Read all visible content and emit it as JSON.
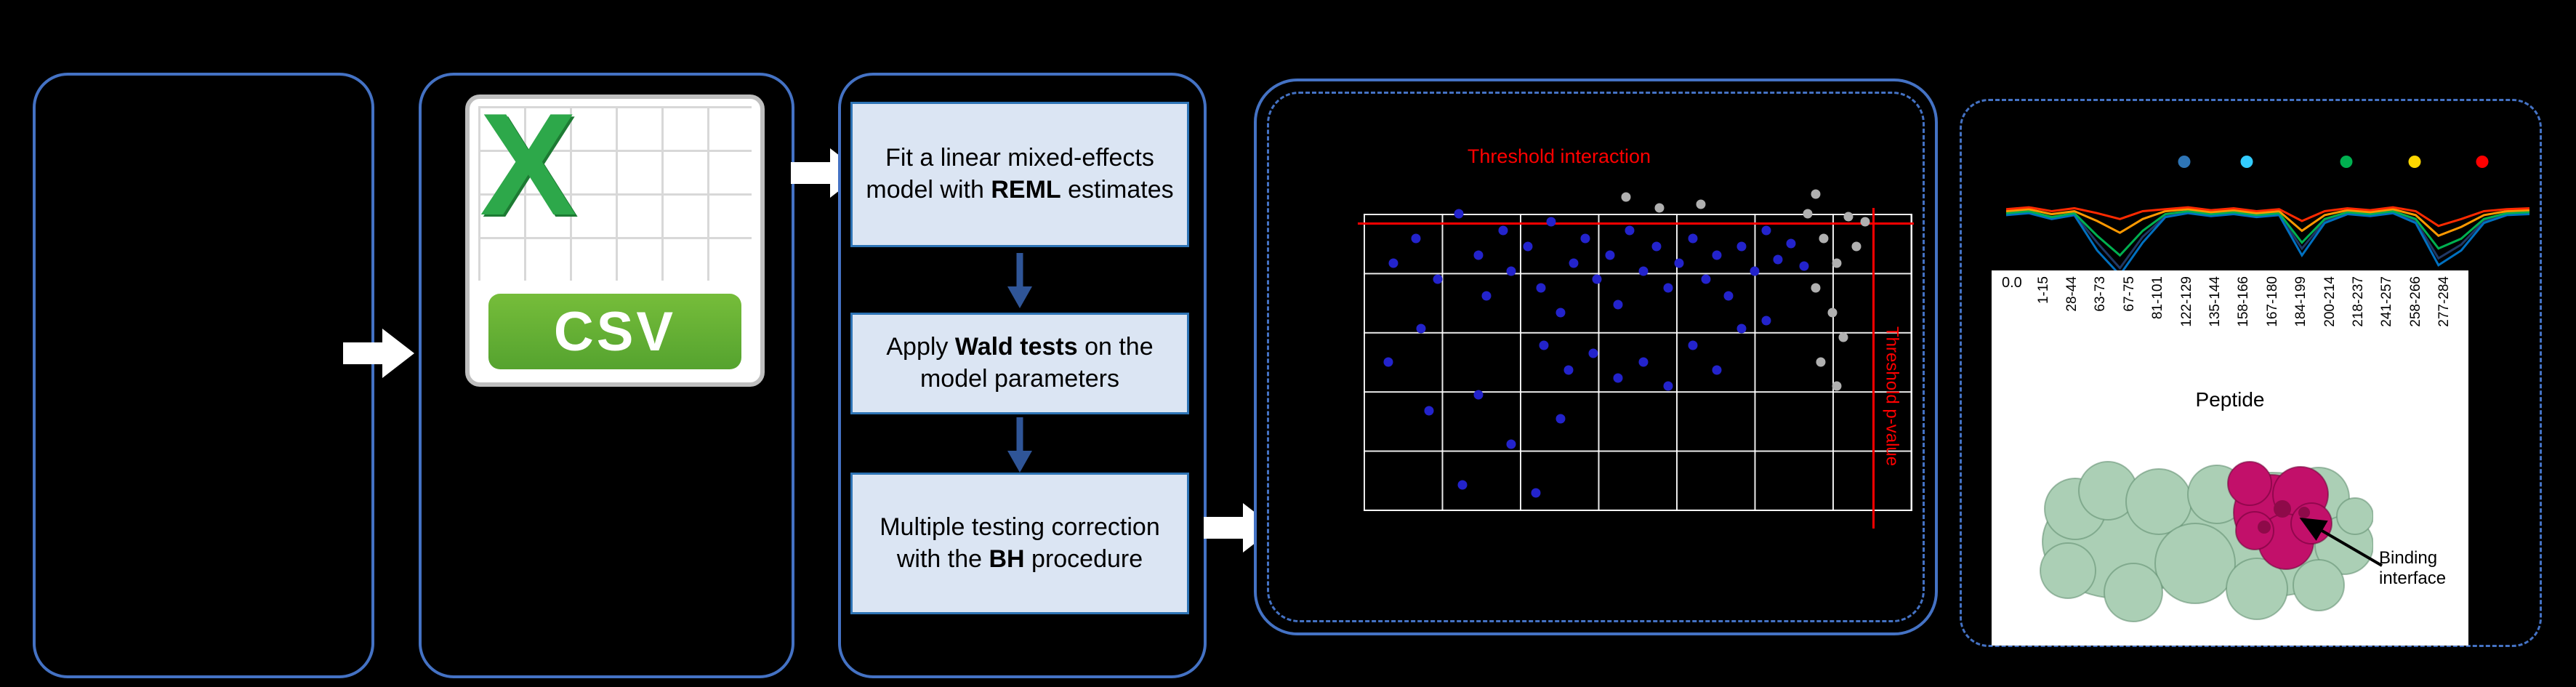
{
  "colors": {
    "accent": "#4472c4",
    "box-fill": "#dbe5f3",
    "box-border": "#2e74b5",
    "flow-blue": "#2f5597",
    "threshold-red": "#ff0000",
    "point-blue": "#2323cc",
    "point-grey": "#b0b0b0",
    "csv-green": "#55a32f",
    "excel-x-green": "#2da84a",
    "protein-green": "#abcfb5",
    "protein-magenta": "#c2106a"
  },
  "csv_panel": {
    "x_label": "X",
    "csv_label": "CSV"
  },
  "method_panel": {
    "steps": [
      {
        "pre": "Fit a linear mixed-effects model with ",
        "bold": "REML",
        "post": " estimates"
      },
      {
        "pre": "Apply ",
        "bold": "Wald tests",
        "post": " on the model parameters"
      },
      {
        "pre": "Multiple testing correction with the ",
        "bold": "BH",
        "post": " procedure"
      }
    ]
  },
  "volcano": {
    "title": "Threshold interaction",
    "side_label": "Threshold p-value",
    "blue_points": [
      [
        5.4,
        16.7
      ],
      [
        9.6,
        8.3
      ],
      [
        13.5,
        22.2
      ],
      [
        17.4,
        0
      ],
      [
        21,
        13.9
      ],
      [
        22.5,
        27.8
      ],
      [
        25.5,
        5.6
      ],
      [
        27,
        19.4
      ],
      [
        30,
        11.1
      ],
      [
        32.4,
        25
      ],
      [
        34.2,
        2.8
      ],
      [
        36,
        33.3
      ],
      [
        38.4,
        16.7
      ],
      [
        40.5,
        8.3
      ],
      [
        42.6,
        22.2
      ],
      [
        45,
        13.9
      ],
      [
        46.5,
        30.6
      ],
      [
        48.6,
        5.6
      ],
      [
        51.1,
        19.4
      ],
      [
        53.5,
        11.1
      ],
      [
        55.6,
        25
      ],
      [
        57.7,
        16.7
      ],
      [
        60.1,
        8.3
      ],
      [
        62.5,
        22.2
      ],
      [
        64.6,
        13.9
      ],
      [
        66.7,
        27.8
      ],
      [
        69.1,
        11.1
      ],
      [
        71.5,
        19.4
      ],
      [
        73.6,
        5.6
      ],
      [
        75.7,
        15.6
      ],
      [
        78.1,
        10
      ],
      [
        80.5,
        17.8
      ],
      [
        33,
        44.4
      ],
      [
        37.5,
        52.8
      ],
      [
        42,
        47.2
      ],
      [
        46.5,
        55.6
      ],
      [
        51.1,
        50
      ],
      [
        55.6,
        58.3
      ],
      [
        60.1,
        44.4
      ],
      [
        64.6,
        52.8
      ],
      [
        12,
        66.7
      ],
      [
        27,
        77.8
      ],
      [
        36,
        69.4
      ],
      [
        21,
        61.1
      ],
      [
        69.1,
        38.9
      ],
      [
        73.6,
        36.1
      ],
      [
        10.5,
        38.9
      ],
      [
        4.5,
        50
      ],
      [
        18,
        91.7
      ],
      [
        31.5,
        94.4
      ]
    ],
    "grey_points": [
      [
        81.1,
        0
      ],
      [
        84.1,
        8.3
      ],
      [
        86.5,
        16.7
      ],
      [
        82.6,
        25
      ],
      [
        85.6,
        33.3
      ],
      [
        87.7,
        41.7
      ],
      [
        83.5,
        50
      ],
      [
        86.5,
        58.3
      ],
      [
        88.6,
        1.1
      ],
      [
        90.1,
        11.1
      ],
      [
        54.1,
        -2
      ],
      [
        61.6,
        -3.3
      ],
      [
        48,
        -5.6
      ],
      [
        82.6,
        -6.7
      ],
      [
        91.6,
        2.8
      ]
    ]
  },
  "profile": {
    "legend_dots": [
      {
        "color": "#2e75b6",
        "x": 34
      },
      {
        "color": "#33ccff",
        "x": 46
      },
      {
        "color": "#00b050",
        "x": 65
      },
      {
        "color": "#ffd700",
        "x": 78
      },
      {
        "color": "#ff0000",
        "x": 91
      }
    ],
    "series": [
      {
        "name": "state-navy",
        "color": "#1f3864",
        "values": [
          33,
          31,
          37,
          33,
          62,
          88,
          56,
          35,
          31,
          34,
          32,
          35,
          33,
          68,
          40,
          32,
          34,
          31,
          40,
          78,
          64,
          40,
          33,
          32
        ]
      },
      {
        "name": "state-blue",
        "color": "#0070c0",
        "values": [
          34,
          32,
          38,
          34,
          70,
          95,
          62,
          36,
          32,
          35,
          33,
          36,
          34,
          75,
          42,
          33,
          35,
          32,
          42,
          85,
          70,
          42,
          34,
          33
        ]
      },
      {
        "name": "state-green",
        "color": "#00b050",
        "values": [
          32,
          30,
          36,
          32,
          55,
          75,
          50,
          33,
          30,
          33,
          31,
          34,
          32,
          62,
          38,
          31,
          33,
          30,
          38,
          68,
          58,
          38,
          32,
          31
        ]
      },
      {
        "name": "state-orange",
        "color": "#ff9900",
        "values": [
          30,
          28,
          33,
          30,
          40,
          52,
          38,
          30,
          28,
          31,
          29,
          32,
          30,
          50,
          34,
          29,
          31,
          28,
          34,
          55,
          46,
          34,
          30,
          29
        ]
      },
      {
        "name": "state-red",
        "color": "#ff2a00",
        "values": [
          28,
          26,
          30,
          27,
          32,
          38,
          30,
          28,
          26,
          29,
          27,
          30,
          28,
          40,
          30,
          27,
          29,
          26,
          30,
          45,
          38,
          30,
          28,
          27
        ]
      }
    ]
  },
  "peptide_plot": {
    "y_tick": "0.0",
    "ticks": [
      "1-15",
      "28-44",
      "63-73",
      "67-75",
      "81-101",
      "122-129",
      "135-144",
      "158-166",
      "167-180",
      "184-199",
      "200-214",
      "218-237",
      "241-257",
      "258-266",
      "277-284"
    ],
    "x_label": "Peptide",
    "annotation": "Binding interface"
  }
}
